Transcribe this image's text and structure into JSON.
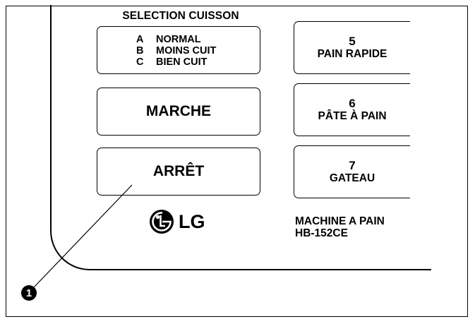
{
  "selection": {
    "title": "SELECTION CUISSON",
    "options": [
      {
        "letter": "A",
        "label": "NORMAL"
      },
      {
        "letter": "B",
        "label": "MOINS CUIT"
      },
      {
        "letter": "C",
        "label": "BIEN CUIT"
      }
    ]
  },
  "buttons": {
    "start": "MARCHE",
    "stop": "ARRÊT"
  },
  "programs": [
    {
      "number": "5",
      "label": "PAIN RAPIDE"
    },
    {
      "number": "6",
      "label": "PÂTE À PAIN"
    },
    {
      "number": "7",
      "label": "GATEAU"
    }
  ],
  "brand": {
    "name": "LG",
    "logo_icon": "lg-logo-icon"
  },
  "model": {
    "line1": "MACHINE A PAIN",
    "line2": "HB-152CE"
  },
  "callout": {
    "number": "❶"
  }
}
